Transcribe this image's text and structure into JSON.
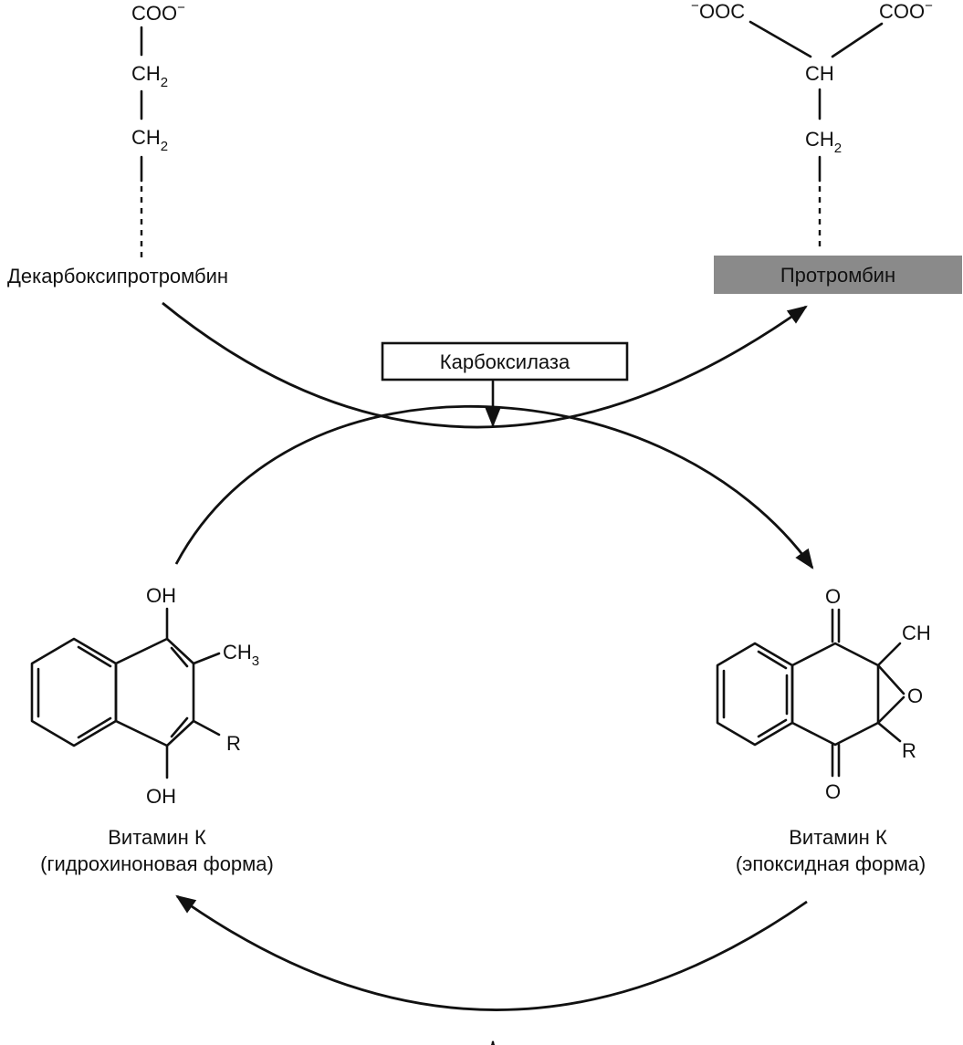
{
  "decarboxy": {
    "top_group": "COO",
    "top_charge": "−",
    "ch2_main": "CH",
    "ch2_sub": "2",
    "name": "Декарбоксипротромбин"
  },
  "prothrombin": {
    "left_group": "OOC",
    "left_charge": "−",
    "right_group": "COO",
    "right_charge": "−",
    "ch": "CH",
    "ch2_main": "CH",
    "ch2_sub": "2",
    "name": "Протромбин",
    "label_bg": "#8a8a8a"
  },
  "enzyme": {
    "name": "Карбоксилаза"
  },
  "hydroquinone": {
    "oh_top": "OH",
    "oh_bottom": "OH",
    "ch3_main": "CH",
    "ch3_sub": "3",
    "r": "R",
    "name_line1": "Витамин К",
    "name_line2": "(гидрохиноновая форма)"
  },
  "epoxide": {
    "o_top": "O",
    "o_bottom": "O",
    "o_ring": "O",
    "ch": "CH",
    "r": "R",
    "name_line1": "Витамин К",
    "name_line2": "(эпоксидная форма)"
  },
  "colors": {
    "ink": "#111111",
    "background": "#ffffff"
  }
}
